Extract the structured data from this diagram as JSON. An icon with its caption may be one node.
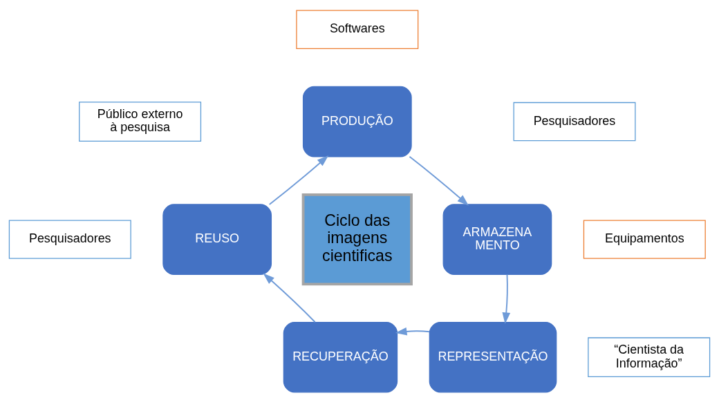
{
  "diagram": {
    "nodes": [
      {
        "text": [
          "Softwares"
        ]
      },
      {
        "text": [
          "PRODUÇÃO"
        ]
      },
      {
        "text": [
          "Pesquisadores"
        ]
      },
      {
        "text": [
          "ARMAZENA MENTO"
        ]
      },
      {
        "text": [
          "Equipamentos"
        ]
      },
      {
        "text": [
          "Público externo à pesquisa"
        ]
      },
      {
        "text": [
          "REUSO"
        ]
      },
      {
        "text": [
          "Ciclo das imagens cientificas"
        ]
      },
      {
        "text": [
          "Pesquisadores"
        ]
      },
      {
        "text": [
          "“Cientista da Informação”"
        ]
      },
      {
        "text": [
          "RECUPERAÇÃO"
        ]
      },
      {
        "text": [
          "REPRESENTAÇÃO"
        ]
      }
    ],
    "edges": [
      {
        "from": 1,
        "to": 3,
        "arrow": "to"
      },
      {
        "from": 3,
        "to": 11,
        "arrow": "to"
      },
      {
        "from": 11,
        "to": 10,
        "arrow": "to"
      },
      {
        "from": 10,
        "to": 6,
        "arrow": "to"
      },
      {
        "from": 6,
        "to": 1,
        "arrow": "to"
      }
    ]
  }
}
